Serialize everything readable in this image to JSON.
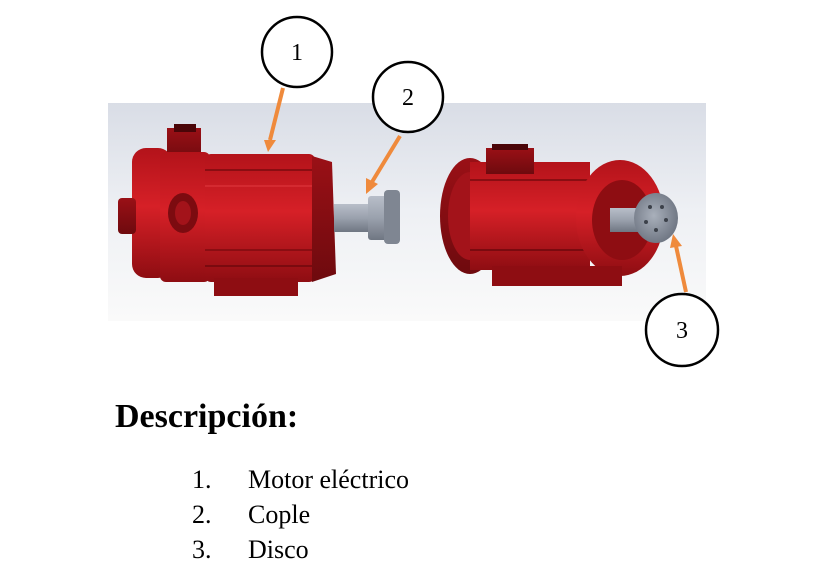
{
  "colors": {
    "motor_red": "#c2141b",
    "arrow_orange": "#ef8a3c",
    "shaft_gray": "#8d94a1"
  },
  "callouts": [
    {
      "label": "1"
    },
    {
      "label": "2"
    },
    {
      "label": "3"
    }
  ],
  "description": {
    "heading": "Descripción:",
    "items": [
      {
        "num": "1.",
        "text": "Motor eléctrico"
      },
      {
        "num": "2.",
        "text": "Cople"
      },
      {
        "num": "3.",
        "text": "Disco"
      }
    ]
  }
}
